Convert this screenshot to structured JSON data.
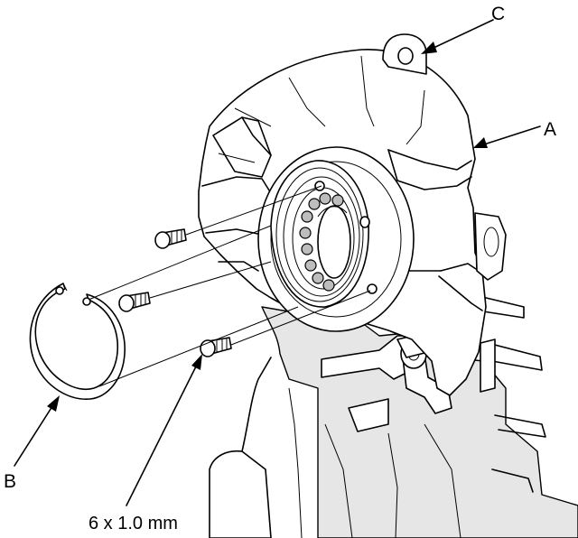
{
  "labels": {
    "a": "A",
    "b": "B",
    "c": "C",
    "bolt_spec": "6 x 1.0 mm"
  },
  "colors": {
    "line": "#000000",
    "background": "#ffffff"
  }
}
